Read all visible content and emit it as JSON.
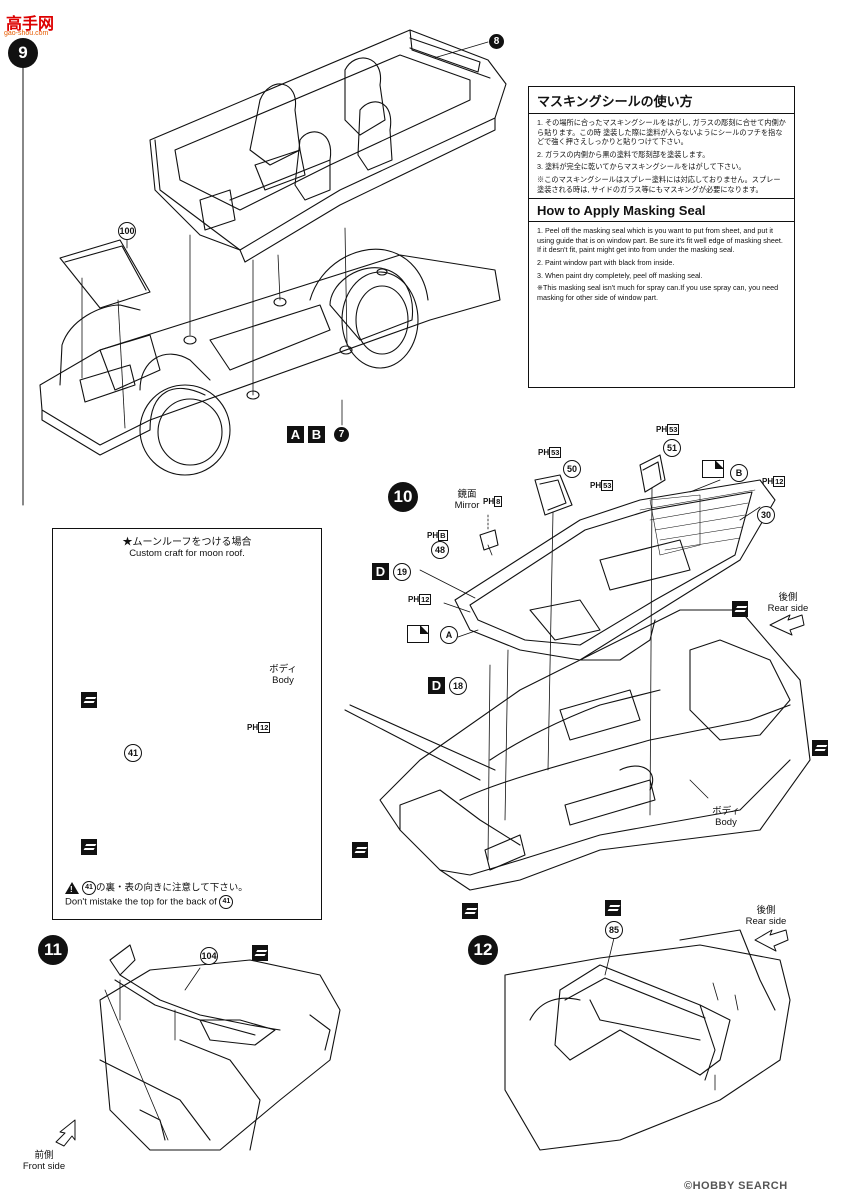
{
  "watermark": {
    "logo_text": "高手网",
    "site": "gao-shou.com",
    "footer": "©HOBBY SEARCH"
  },
  "steps": {
    "s9": "9",
    "s10": "10",
    "s11": "11",
    "s12": "12"
  },
  "parts": {
    "p8": "8",
    "p7": "7",
    "p100": "100",
    "p50": "50",
    "p51": "51",
    "p30": "30",
    "p48": "48",
    "p19": "19",
    "p18": "18",
    "p41": "41",
    "p104": "104",
    "p85": "85"
  },
  "runners": {
    "a": "A",
    "b": "B",
    "d": "D"
  },
  "masks": {
    "a": "A",
    "b": "B"
  },
  "paint_codes": {
    "h8": "8",
    "hb": "B",
    "h12": "12",
    "h53": "53",
    "ph": "PH"
  },
  "labels": {
    "mirror_jp": "鏡面",
    "mirror_en": "Mirror",
    "rear_jp": "後側",
    "rear_en": "Rear side",
    "body_jp": "ボディ",
    "body_en": "Body",
    "front_jp": "前側",
    "front_en": "Front side"
  },
  "masking": {
    "title_jp": "マスキングシールの使い方",
    "steps_jp": [
      "1. その場所に合ったマスキングシールをはがし, ガラスの彫刻に合せて内側から貼ります。この時 塗装した際に塗料が入らないようにシールのフチを指などで強く押さえしっかりと貼りつけて下さい。",
      "2. ガラスの内側から黒の塗料で彫刻部を塗装します。",
      "3. 塗料が完全に乾いてからマスキングシールをはがして下さい。"
    ],
    "note_jp": "※このマスキングシールはスプレー塗料には対応しておりません。スプレー塗装される時は, サイドのガラス等にもマスキングが必要になります。",
    "title_en": "How to Apply Masking Seal",
    "steps_en": [
      "1. Peel off the masking seal which is you want to put from sheet, and put it using guide that is on window part. Be sure it's fit well edge of masking sheet. If it desn't fit, paint might get into from under the masking seal.",
      "2. Paint window part with black from inside.",
      "3. When paint dry completely, peel off masking seal."
    ],
    "note_en": "※This masking seal isn't much for spray can.If you use spray can, you need masking for other side of window part."
  },
  "moonroof": {
    "title_jp": "★ムーンルーフをつける場合",
    "title_en": "Custom craft for moon roof.",
    "warn_jp_pre": "",
    "warn_jp_post": "の裏・表の向きに注意して下さい。",
    "warn_en": "Don't mistake the top for the back of"
  }
}
